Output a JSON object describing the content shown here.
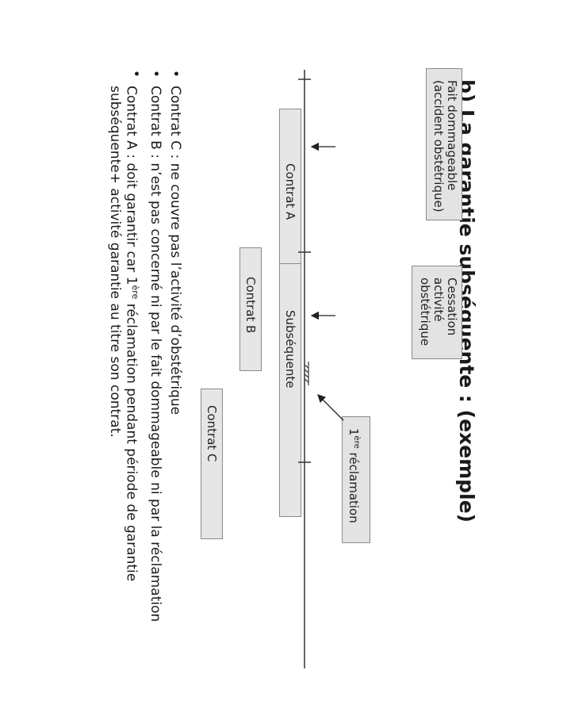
{
  "title": "b) La garantie subséquente : (exemple)",
  "boxes": {
    "fait": {
      "line1": "Fait dommageable",
      "line2": "(accident obstétrique)"
    },
    "cessation": {
      "line1": "Cessation",
      "line2": "activité",
      "line3": "obstétrique"
    },
    "reclamation": {
      "sup": "ère",
      "num": "1",
      "word": "réclamation"
    }
  },
  "bars": {
    "contrat_a": "Contrat A",
    "subsequente": "Subséquente",
    "contrat_b": "Contrat B",
    "contrat_c": "Contrat C"
  },
  "bullets": [
    {
      "text": "Contrat C : ne couvre pas l’activité d’obstétrique"
    },
    {
      "text": "Contrat B : n’est pas concerné ni par le fait dommageable ni par la réclamation"
    },
    {
      "pre": "Contrat A : doit garantir car 1",
      "sup": "ère",
      "post": " réclamation pendant période de garantie",
      "cont": "subséquente+ activité garantie au titre son contrat."
    }
  ],
  "bullet_symbol": "•"
}
